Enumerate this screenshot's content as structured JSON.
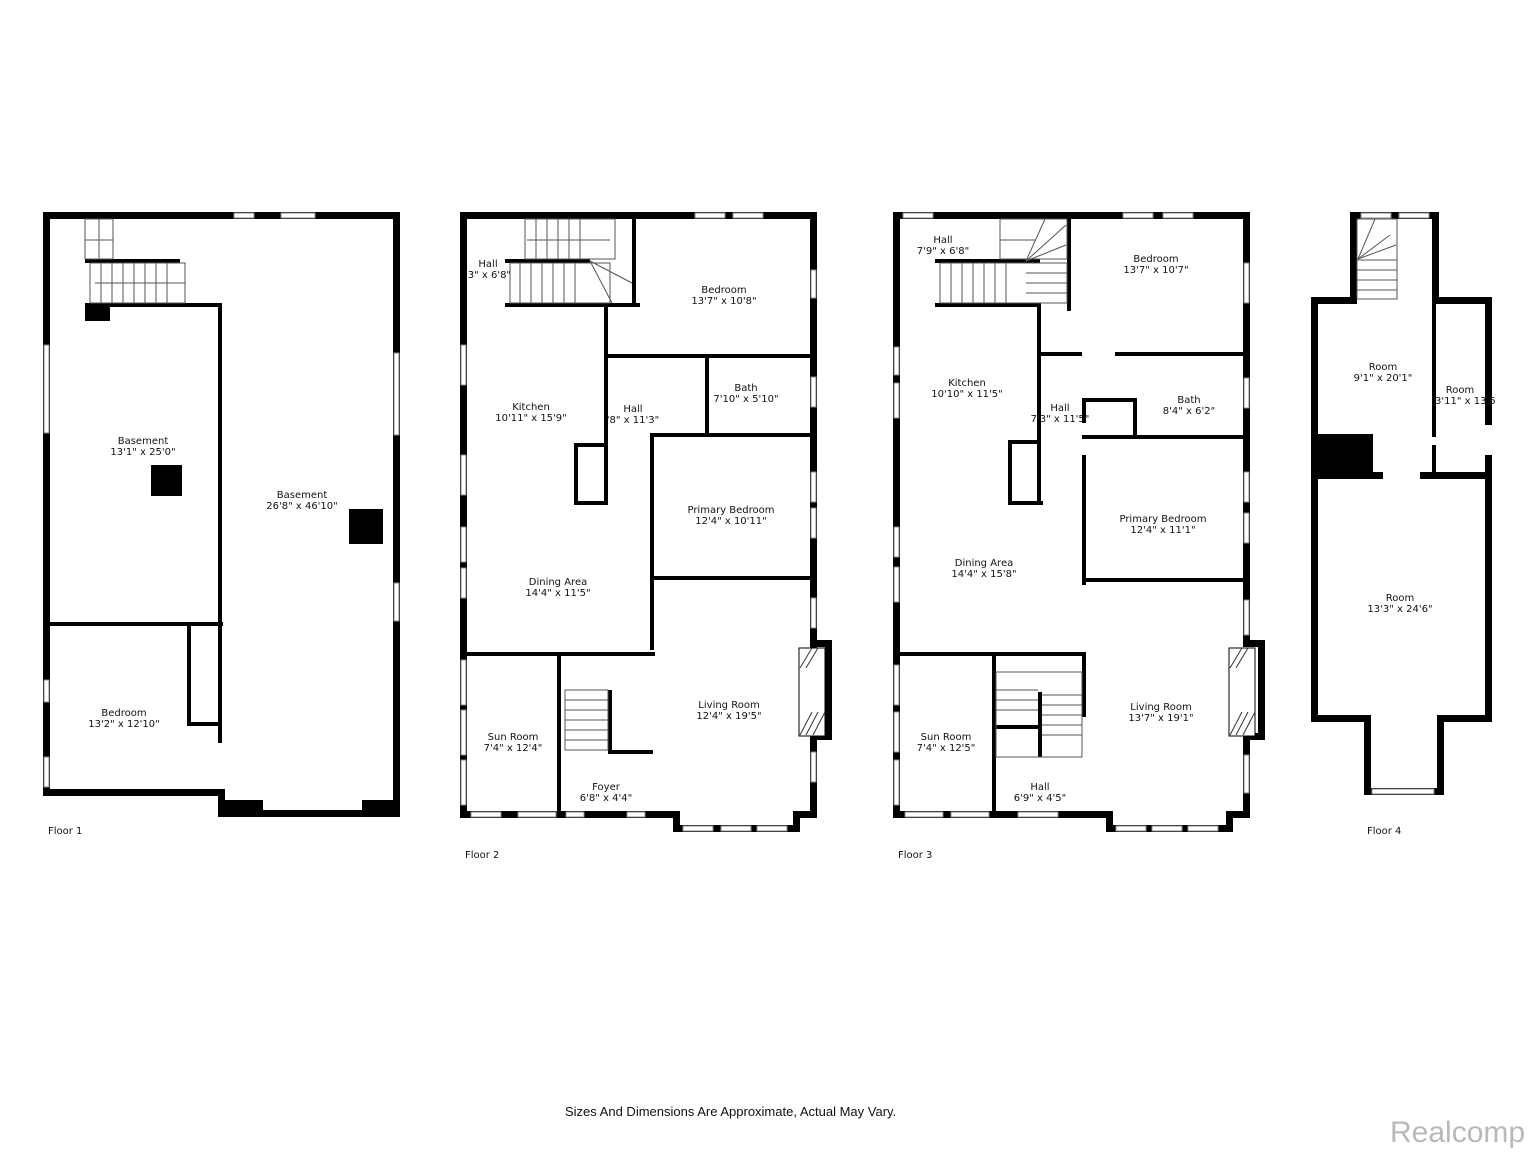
{
  "floors": [
    {
      "label": "Floor 1",
      "rooms": [
        {
          "name": "Basement",
          "size": "13'1\" x 25'0\""
        },
        {
          "name": "Basement",
          "size": "26'8\" x 46'10\""
        },
        {
          "name": "Bedroom",
          "size": "13'2\" x 12'10\""
        }
      ]
    },
    {
      "label": "Floor 2",
      "rooms": [
        {
          "name": "Hall",
          "size": "'3\" x 6'8\""
        },
        {
          "name": "Bedroom",
          "size": "13'7\" x 10'8\""
        },
        {
          "name": "Kitchen",
          "size": "10'11\" x 15'9\""
        },
        {
          "name": "Hall",
          "size": "'8\" x 11'3\""
        },
        {
          "name": "Bath",
          "size": "7'10\" x 5'10\""
        },
        {
          "name": "Primary Bedroom",
          "size": "12'4\" x 10'11\""
        },
        {
          "name": "Dining Area",
          "size": "14'4\" x 11'5\""
        },
        {
          "name": "Sun Room",
          "size": "7'4\" x 12'4\""
        },
        {
          "name": "Living Room",
          "size": "12'4\" x 19'5\""
        },
        {
          "name": "Foyer",
          "size": "6'8\" x 4'4\""
        }
      ]
    },
    {
      "label": "Floor 3",
      "rooms": [
        {
          "name": "Hall",
          "size": "7'9\" x 6'8\""
        },
        {
          "name": "Bedroom",
          "size": "13'7\" x 10'7\""
        },
        {
          "name": "Kitchen",
          "size": "10'10\" x 11'5\""
        },
        {
          "name": "Hall",
          "size": "7'3\" x 11'5\""
        },
        {
          "name": "Bath",
          "size": "8'4\" x 6'2\""
        },
        {
          "name": "Primary Bedroom",
          "size": "12'4\" x 11'1\""
        },
        {
          "name": "Dining Area",
          "size": "14'4\" x 15'8\""
        },
        {
          "name": "Sun Room",
          "size": "7'4\" x 12'5\""
        },
        {
          "name": "Living Room",
          "size": "13'7\" x 19'1\""
        },
        {
          "name": "Hall",
          "size": "6'9\" x 4'5\""
        }
      ]
    },
    {
      "label": "Floor 4",
      "rooms": [
        {
          "name": "Room",
          "size": "9'1\" x 20'1\""
        },
        {
          "name": "Room",
          "size": "3'11\" x 13'6"
        },
        {
          "name": "Room",
          "size": "13'3\" x 24'6\""
        }
      ]
    }
  ],
  "footer": {
    "disclaimer": "Sizes And Dimensions Are Approximate, Actual May Vary.",
    "brand": "Realcomp"
  },
  "colors": {
    "wall": "#000000",
    "background": "#ffffff",
    "brand_text": "#b9b9b9"
  }
}
